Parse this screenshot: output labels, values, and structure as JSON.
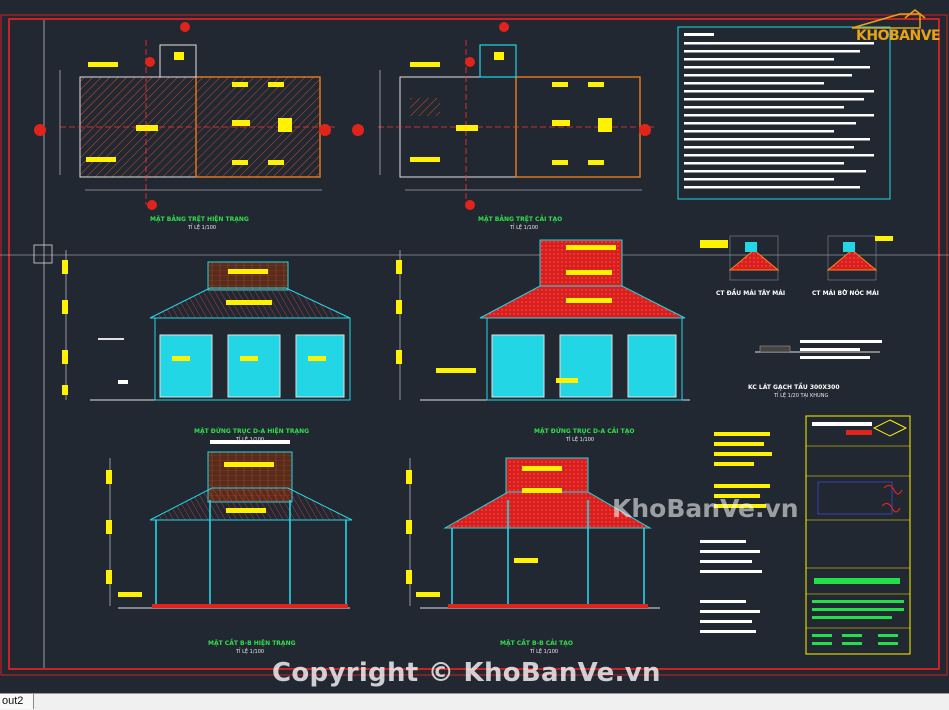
{
  "watermarks": {
    "copyright": "Copyright © KhoBanVe.vn",
    "site": "KhoBanVe.vn",
    "logo_text": "KHOBANVE"
  },
  "drawing_titles": {
    "plan_existing": "MẶT BẰNG TRỆT HIỆN TRẠNG",
    "plan_renovated": "MẶT BẰNG TRỆT CẢI TẠO",
    "elev_existing": "MẶT ĐỨNG TRỤC D-A HIỆN TRẠNG",
    "elev_renovated": "MẶT ĐỨNG TRỤC D-A CẢI TẠO",
    "section_existing": "MẶT CẮT B-B HIỆN TRẠNG",
    "section_renovated": "MẶT CẮT B-B CẢI TẠO",
    "detail_a": "CT ĐẦU MÁI TÂY MÁI",
    "detail_b": "CT MÁI BỜ NÓC MÁI",
    "floor_detail": "KC LÁT GẠCH TẦU 300X300"
  },
  "scales": {
    "s1": "TỈ LỆ 1/100",
    "detail_scale": "TỈ LỆ 1/20 TẠI KHUNG"
  },
  "layout_tab": {
    "label": "out2"
  },
  "colors": {
    "background": "#222832",
    "border_red": "#ff2020",
    "cyan": "#22d6e6",
    "yellow": "#fff200",
    "green": "#2fe04a",
    "roof_red": "#e0241c",
    "orange": "#d2691e"
  }
}
